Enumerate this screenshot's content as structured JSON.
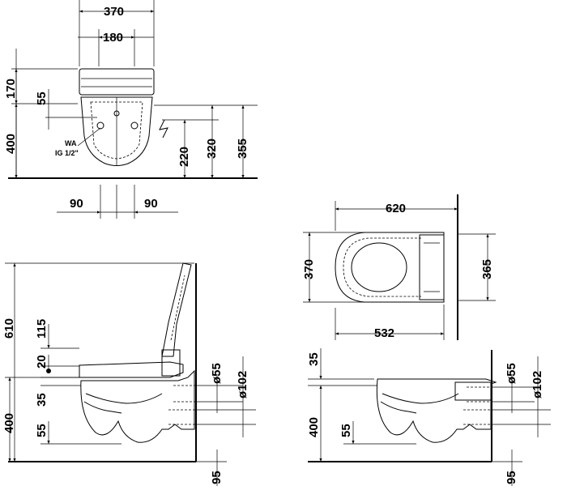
{
  "front_view": {
    "width_total": "370",
    "width_inner": "180",
    "h_seat": "170",
    "h_55": "55",
    "h_400": "400",
    "h_220": "220",
    "h_320": "320",
    "h_355": "355",
    "offset_left": "90",
    "offset_right": "90",
    "water_note_1": "WA",
    "water_note_2": "IG 1/2\""
  },
  "top_view": {
    "length": "620",
    "length_inner": "532",
    "width_left": "370",
    "width_right": "365"
  },
  "side_view_a": {
    "h_610": "610",
    "h_115": "115",
    "h_20": "20",
    "h_35": "35",
    "h_400": "400",
    "h_55": "55",
    "h_95": "95",
    "d_55": "ø55",
    "d_102": "ø102"
  },
  "side_view_b": {
    "h_35": "35",
    "h_400": "400",
    "h_55": "55",
    "h_95": "95",
    "d_55": "ø55",
    "d_102": "ø102"
  }
}
